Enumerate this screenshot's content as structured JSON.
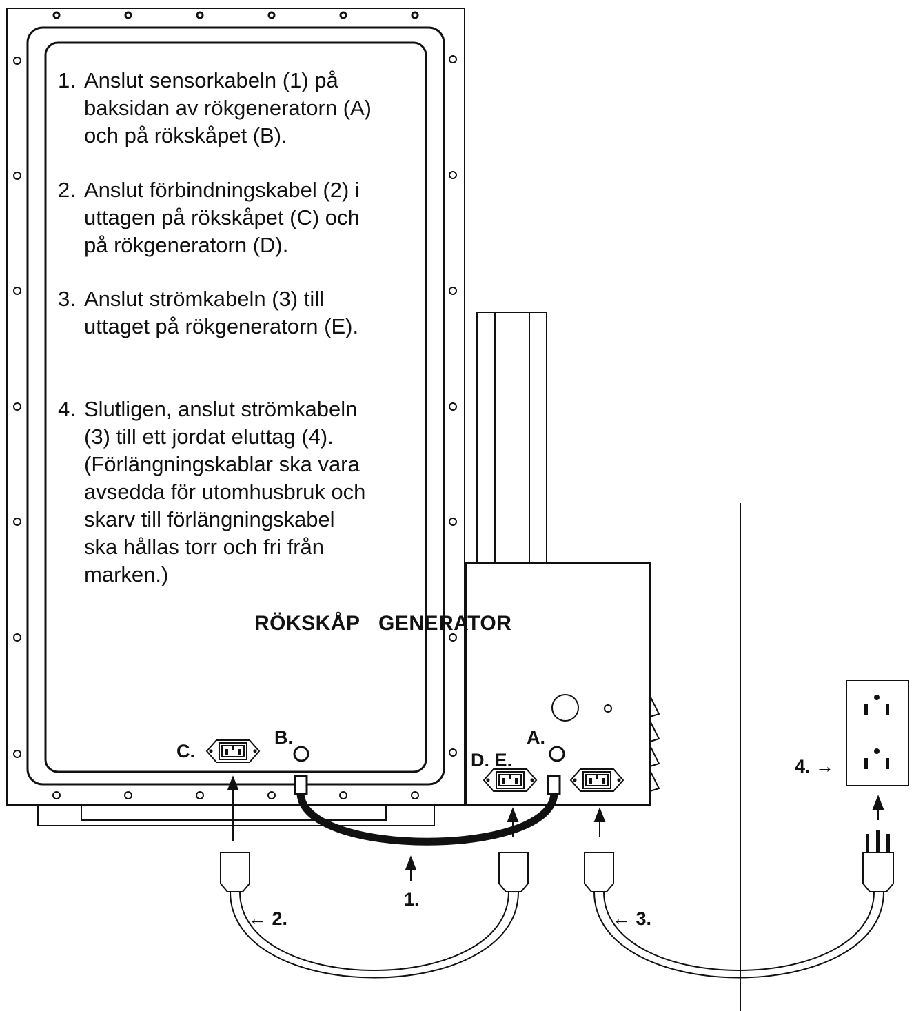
{
  "instructions": [
    {
      "num": "1.",
      "lines": [
        "Anslut sensorkabeln (1) på",
        "baksidan av rökgeneratorn (A)",
        "och på rökskåpet (B)."
      ]
    },
    {
      "num": "2.",
      "lines": [
        "Anslut förbindningskabel (2) i",
        "uttagen på rökskåpet (C) och",
        "på rökgeneratorn (D)."
      ]
    },
    {
      "num": "3.",
      "lines": [
        "Anslut strömkabeln (3) till",
        "uttaget på rökgeneratorn (E)."
      ]
    },
    {
      "num": "4.",
      "lines": [
        "Slutligen, anslut strömkabeln",
        "(3) till ett jordat eluttag (4).",
        "(Förlängningskablar ska vara",
        "avsedda för utomhusbruk och",
        "skarv till förlängningskabel",
        "ska hållas torr och fri från",
        "marken.)"
      ]
    }
  ],
  "labels": {
    "title_left": "RÖKSKÅP",
    "title_right": "GENERATOR",
    "a": "A.",
    "b": "B.",
    "c": "C.",
    "de": "D. E.",
    "cable1": "1.",
    "cable2": "← 2.",
    "cable3": "← 3.",
    "outlet4": "4. →"
  }
}
